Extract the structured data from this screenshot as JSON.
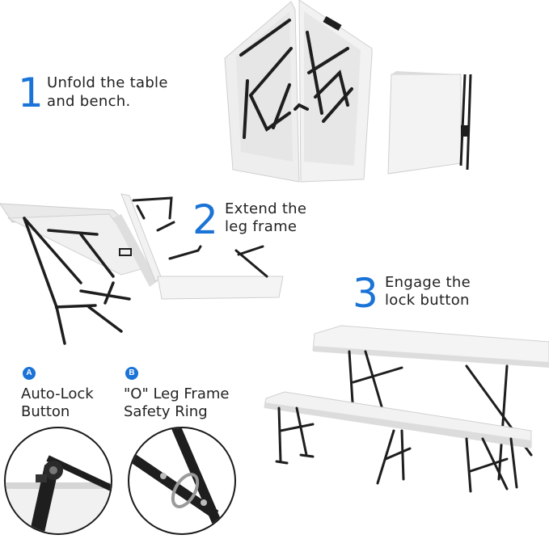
{
  "steps": [
    {
      "number": "1",
      "line1": "Unfold the table",
      "line2": "and bench."
    },
    {
      "number": "2",
      "line1": "Extend the",
      "line2": "leg frame"
    },
    {
      "number": "3",
      "line1": "Engage the",
      "line2": "lock button"
    }
  ],
  "features": [
    {
      "badge": "A",
      "line1": "Auto-Lock",
      "line2": "Button"
    },
    {
      "badge": "B",
      "line1": "\"O\" Leg Frame",
      "line2": "Safety Ring"
    }
  ],
  "colors": {
    "accent": "#1a73d6",
    "table_top": "#f1f1f1",
    "frame": "#1e1e1e"
  }
}
